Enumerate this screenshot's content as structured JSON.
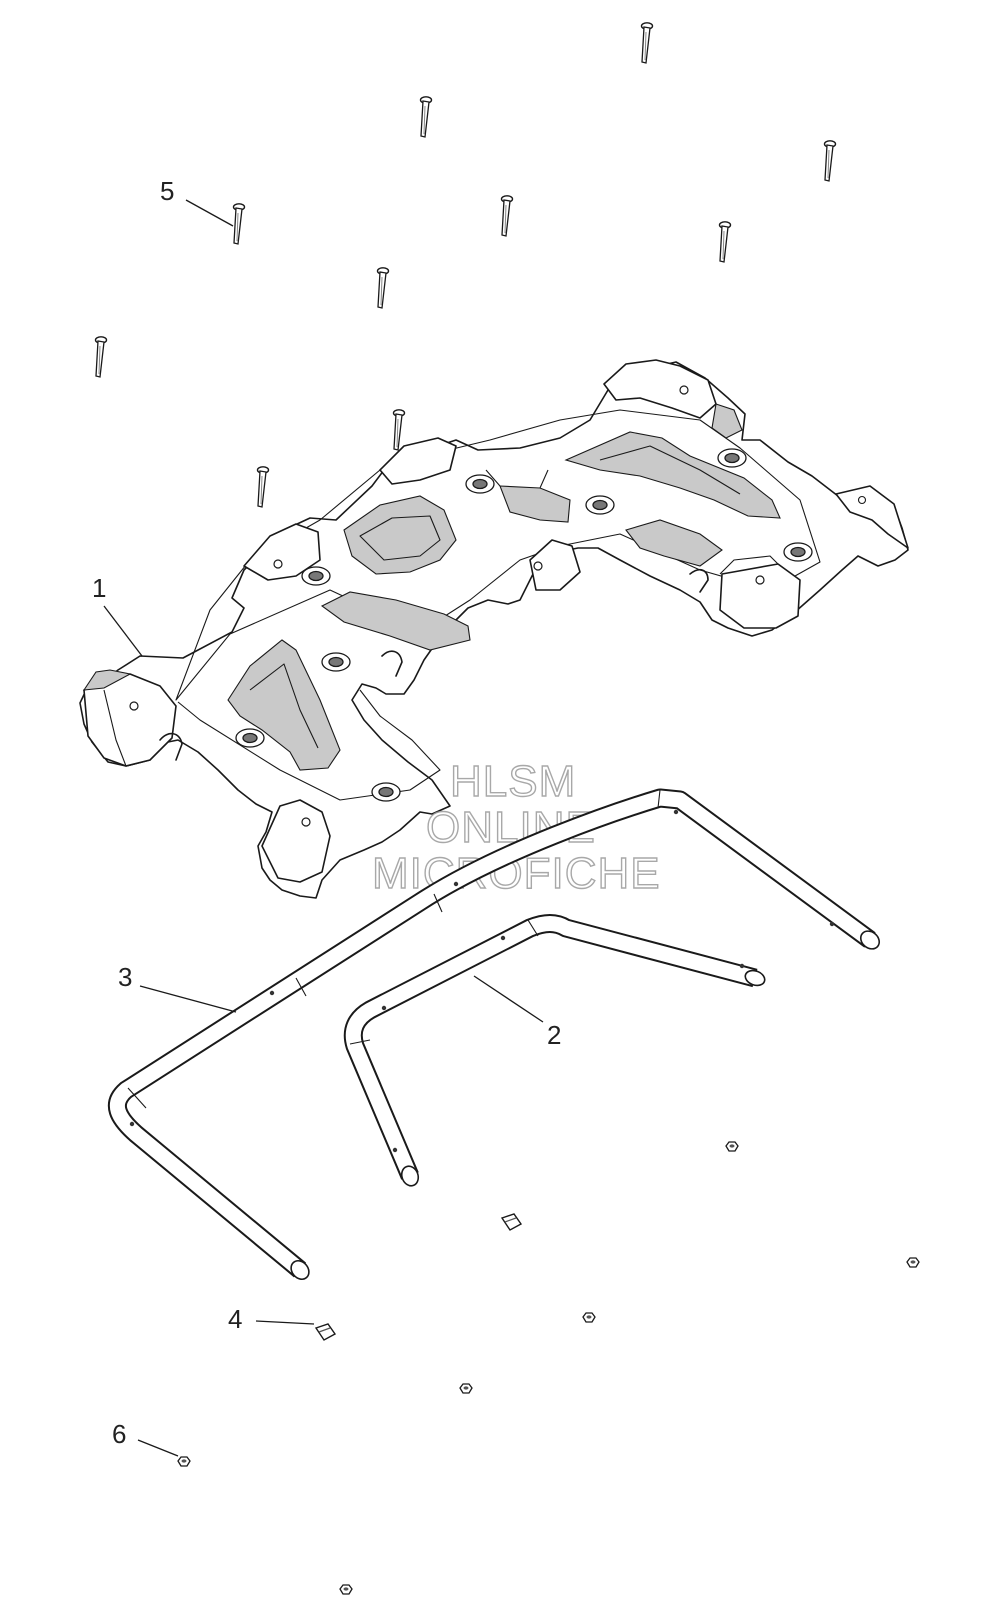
{
  "callouts": {
    "c1": "1",
    "c2": "2",
    "c3": "3",
    "c4": "4",
    "c5": "5",
    "c6": "6"
  },
  "watermark": {
    "line1": "HLSM",
    "line2": "ONLINE",
    "line3": "MICROFICHE"
  },
  "icons": [
    "bolt-icon",
    "nut-icon",
    "clip-icon"
  ]
}
